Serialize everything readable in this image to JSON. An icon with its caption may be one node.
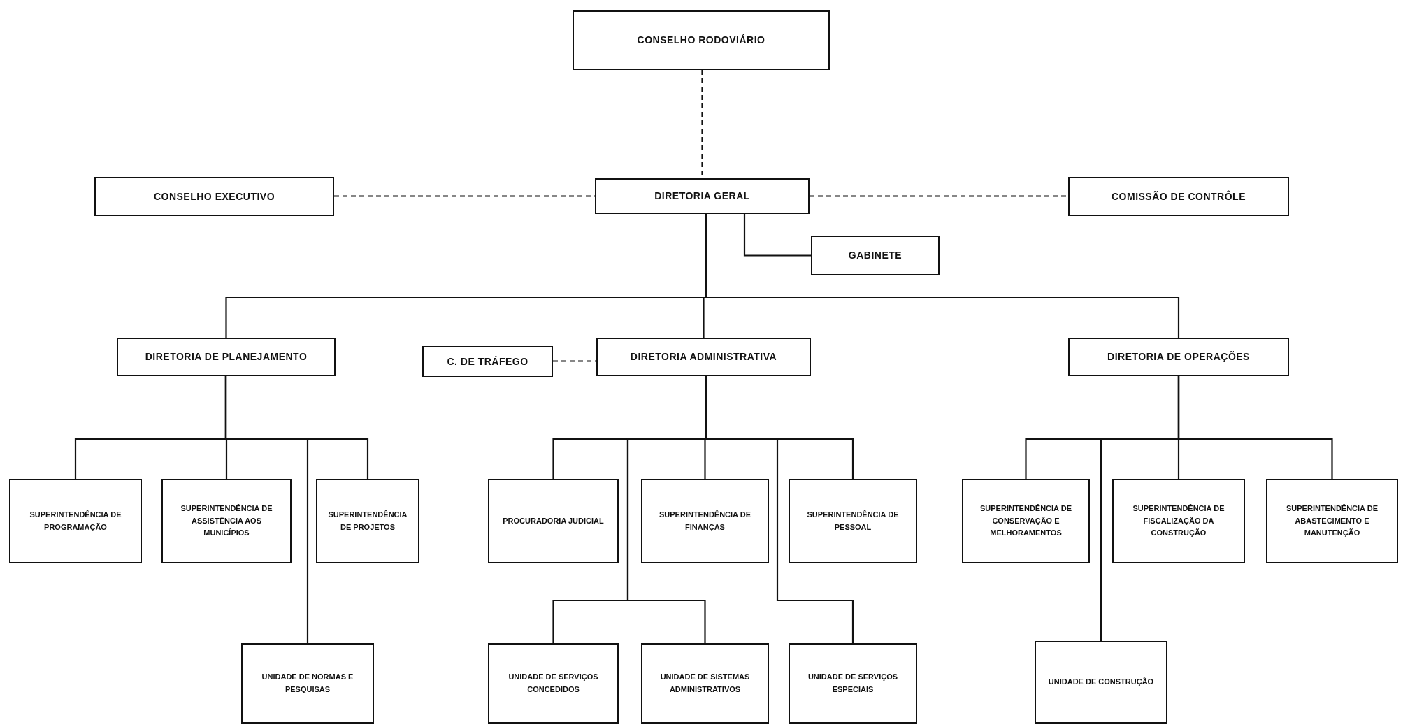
{
  "diagram": {
    "nodes": [
      {
        "text": [
          "CONSELHO RODOVIÁRIO"
        ]
      },
      {
        "text": [
          "CONSELHO EXECUTIVO"
        ]
      },
      {
        "text": [
          "DIRETORIA GERAL"
        ]
      },
      {
        "text": [
          "COMISSÃO DE CONTRÔLE"
        ]
      },
      {
        "text": [
          "GABINETE"
        ]
      },
      {
        "text": [
          "DIRETORIA DE PLANEJAMENTO"
        ]
      },
      {
        "text": [
          "C. DE TRÁFEGO"
        ]
      },
      {
        "text": [
          "DIRETORIA ADMINISTRATIVA"
        ]
      },
      {
        "text": [
          "DIRETORIA DE OPERAÇÕES"
        ]
      },
      {
        "text": [
          "SUPERINTENDÊNCIA DE PROGRAMAÇÃO"
        ]
      },
      {
        "text": [
          "SUPERINTENDÊNCIA DE ASSISTÊNCIA AOS MUNICÍPIOS"
        ]
      },
      {
        "text": [
          "SUPERINTENDÊNCIA DE PROJETOS"
        ]
      },
      {
        "text": [
          "PROCURADORIA JUDICIAL"
        ]
      },
      {
        "text": [
          "SUPERINTENDÊNCIA DE FINANÇAS"
        ]
      },
      {
        "text": [
          "SUPERINTENDÊNCIA DE PESSOAL"
        ]
      },
      {
        "text": [
          "SUPERINTENDÊNCIA DE CONSERVAÇÃO E MELHORAMENTOS"
        ]
      },
      {
        "text": [
          "SUPERINTENDÊNCIA DE FISCALIZAÇÃO DA CONSTRUÇÃO"
        ]
      },
      {
        "text": [
          "SUPERINTENDÊNCIA DE ABASTECIMENTO E MANUTENÇÃO"
        ]
      },
      {
        "text": [
          "UNIDADE DE NORMAS E PESQUISAS"
        ]
      },
      {
        "text": [
          "UNIDADE DE SERVIÇOS CONCEDIDOS"
        ]
      },
      {
        "text": [
          "UNIDADE DE SISTEMAS ADMINISTRATIVOS"
        ]
      },
      {
        "text": [
          "UNIDADE DE SERVIÇOS ESPECIAIS"
        ]
      },
      {
        "text": [
          "UNIDADE DE CONSTRUÇÃO"
        ]
      }
    ],
    "edges": [
      {
        "from": 0,
        "to": 2,
        "arrow": "none",
        "style": "dashed"
      },
      {
        "from": 1,
        "to": 2,
        "arrow": "none",
        "style": "dashed"
      },
      {
        "from": 2,
        "to": 3,
        "arrow": "none",
        "style": "dashed"
      },
      {
        "from": 2,
        "to": 4,
        "arrow": "none"
      },
      {
        "from": 2,
        "to": 5,
        "arrow": "none"
      },
      {
        "from": 2,
        "to": 7,
        "arrow": "none"
      },
      {
        "from": 2,
        "to": 8,
        "arrow": "none"
      },
      {
        "from": 6,
        "to": 7,
        "arrow": "none",
        "style": "dashed"
      },
      {
        "from": 5,
        "to": 9,
        "arrow": "none"
      },
      {
        "from": 5,
        "to": 10,
        "arrow": "none"
      },
      {
        "from": 5,
        "to": 11,
        "arrow": "none"
      },
      {
        "from": 7,
        "to": 12,
        "arrow": "none"
      },
      {
        "from": 7,
        "to": 13,
        "arrow": "none"
      },
      {
        "from": 7,
        "to": 14,
        "arrow": "none"
      },
      {
        "from": 8,
        "to": 15,
        "arrow": "none"
      },
      {
        "from": 8,
        "to": 16,
        "arrow": "none"
      },
      {
        "from": 8,
        "to": 17,
        "arrow": "none"
      },
      {
        "from": 5,
        "to": 18,
        "arrow": "none"
      },
      {
        "from": 7,
        "to": 19,
        "arrow": "none"
      },
      {
        "from": 7,
        "to": 20,
        "arrow": "none"
      },
      {
        "from": 7,
        "to": 21,
        "arrow": "none"
      },
      {
        "from": 8,
        "to": 22,
        "arrow": "none"
      }
    ]
  }
}
